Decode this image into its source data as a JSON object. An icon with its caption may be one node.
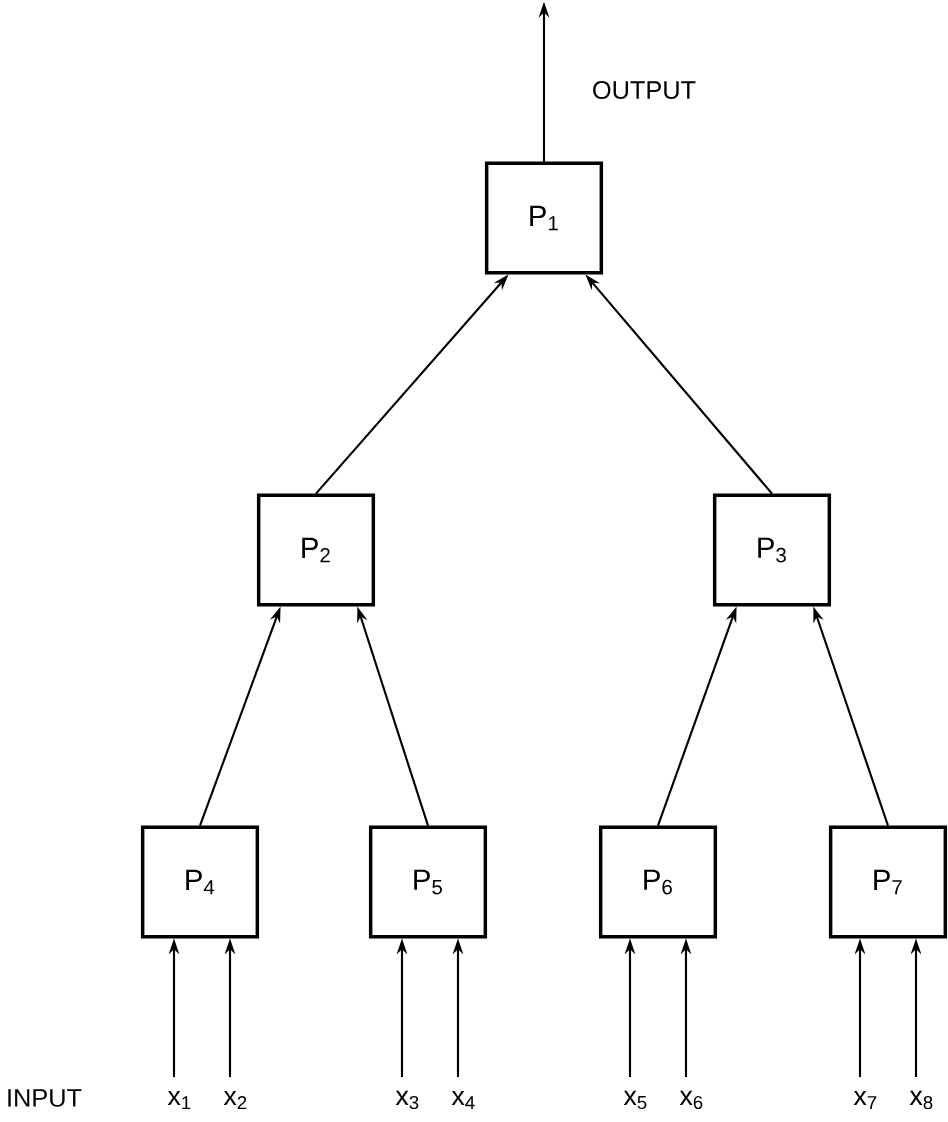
{
  "diagram": {
    "nodes": [
      {
        "text": [
          "P$_{1}$"
        ]
      },
      {
        "text": [
          "P$_{2}$"
        ]
      },
      {
        "text": [
          "P$_{3}$"
        ]
      },
      {
        "text": [
          "P$_{4}$"
        ]
      },
      {
        "text": [
          "P$_{5}$"
        ]
      },
      {
        "text": [
          "P$_{6}$"
        ]
      },
      {
        "text": [
          "P$_{7}$"
        ]
      },
      {
        "text": [
          "x$_{1}$"
        ]
      },
      {
        "text": [
          "x$_{2}$"
        ]
      },
      {
        "text": [
          "x$_{3}$"
        ]
      },
      {
        "text": [
          "x$_{4}$"
        ]
      },
      {
        "text": [
          "x$_{5}$"
        ]
      },
      {
        "text": [
          "x$_{6}$"
        ]
      },
      {
        "text": [
          "x$_{7}$"
        ]
      },
      {
        "text": [
          "x$_{8}$"
        ]
      }
    ],
    "edges": [
      {
        "from": 0,
        "to": null,
        "arrow": "to"
      },
      {
        "from": 1,
        "to": 0,
        "arrow": "to"
      },
      {
        "from": 2,
        "to": 0,
        "arrow": "to"
      },
      {
        "from": 3,
        "to": 1,
        "arrow": "to"
      },
      {
        "from": 4,
        "to": 1,
        "arrow": "to"
      },
      {
        "from": 5,
        "to": 2,
        "arrow": "to"
      },
      {
        "from": 6,
        "to": 2,
        "arrow": "to"
      },
      {
        "from": 7,
        "to": 3,
        "arrow": "to"
      },
      {
        "from": 8,
        "to": 3,
        "arrow": "to"
      },
      {
        "from": 9,
        "to": 4,
        "arrow": "to"
      },
      {
        "from": 10,
        "to": 4,
        "arrow": "to"
      },
      {
        "from": 11,
        "to": 5,
        "arrow": "to"
      },
      {
        "from": 12,
        "to": 5,
        "arrow": "to"
      },
      {
        "from": 13,
        "to": 6,
        "arrow": "to"
      },
      {
        "from": 14,
        "to": 6,
        "arrow": "to"
      }
    ],
    "labels": [
      "OUTPUT",
      "INPUT"
    ]
  }
}
